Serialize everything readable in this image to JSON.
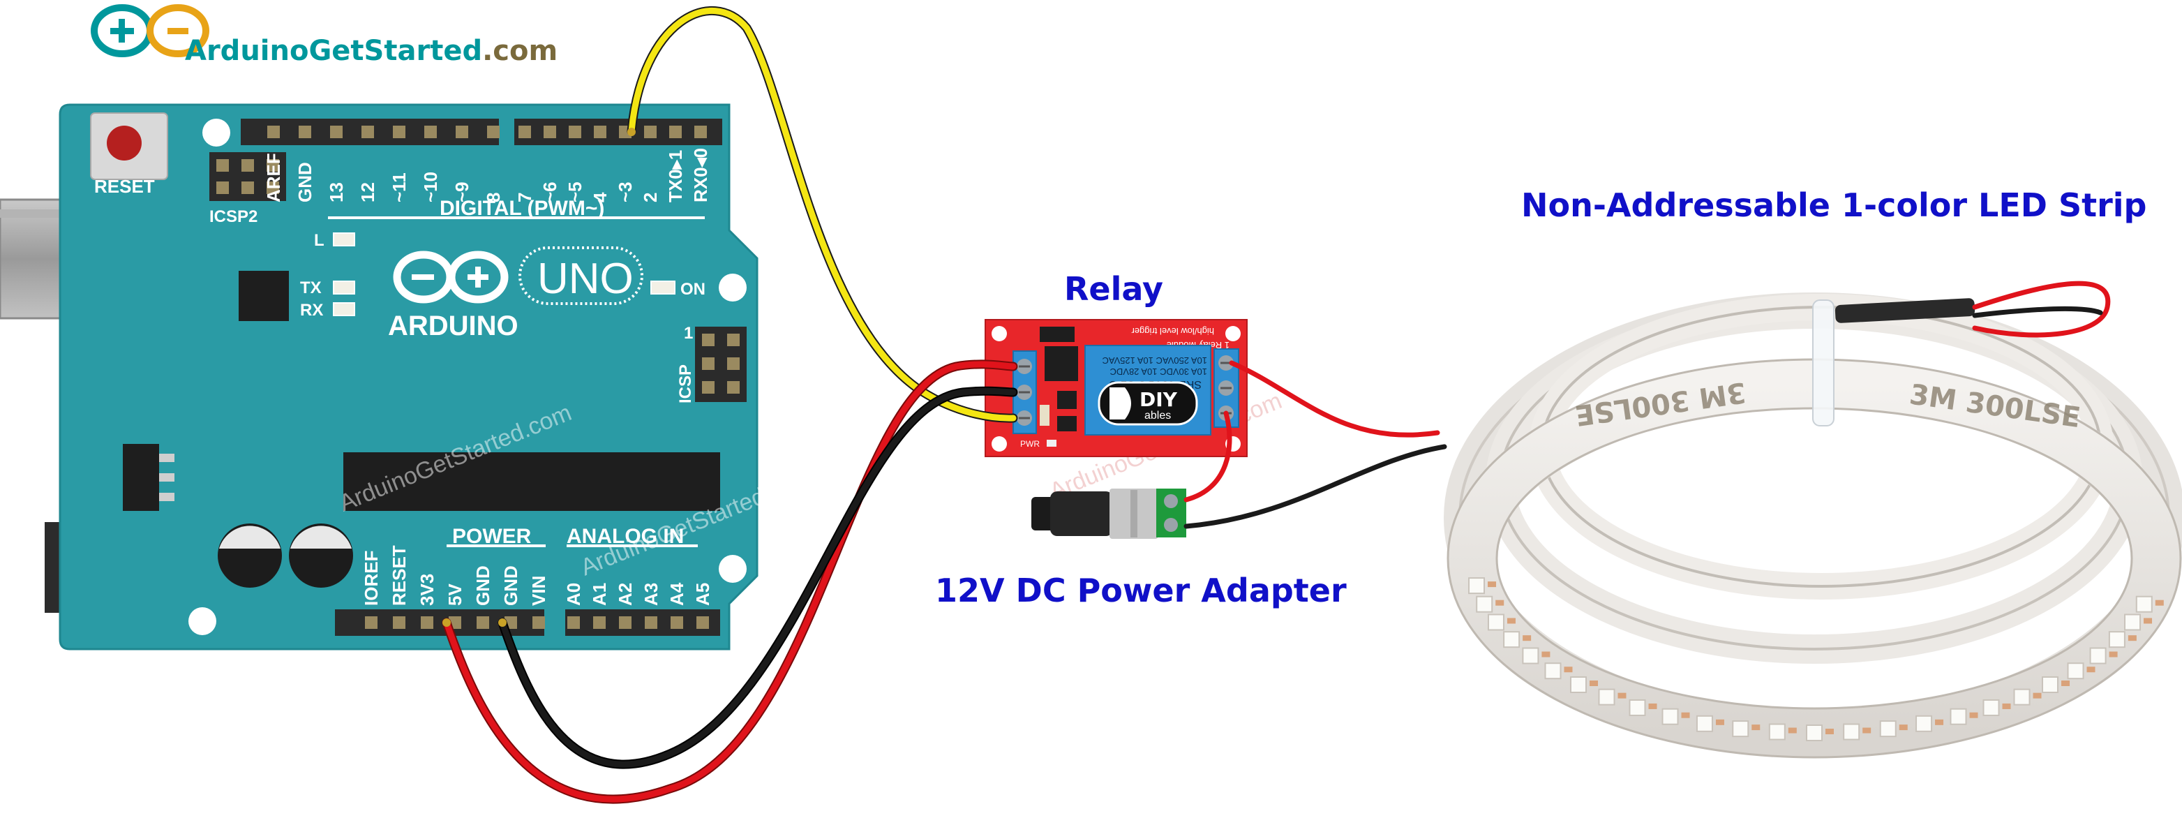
{
  "logo": {
    "brand_main": "ArduinoGetStarted",
    "brand_suffix": ".com",
    "colors": {
      "main": "#00979c",
      "suffix": "#7a6a3c"
    }
  },
  "watermark": "ArduinoGetStarted.com",
  "arduino": {
    "reset_label": "RESET",
    "icsp2_label": "ICSP2",
    "icsp_label": "ICSP",
    "icsp_pin1": "1",
    "digital_label": "DIGITAL (PWM~)",
    "power_label": "POWER",
    "analog_label": "ANALOG IN",
    "l_label": "L",
    "tx_label": "TX",
    "rx_label": "RX",
    "on_label": "ON",
    "uno_label": "UNO",
    "brand_label": "ARDUINO",
    "top_pins_left": [
      "AREF",
      "GND",
      "13",
      "12",
      "~11",
      "~10",
      "~9",
      "8"
    ],
    "top_pins_right": [
      "7",
      "~6",
      "~5",
      "4",
      "~3",
      "2",
      "TX0▸1",
      "RX0◂0"
    ],
    "bottom_power_pins": [
      "IOREF",
      "RESET",
      "3V3",
      "5V",
      "GND",
      "GND",
      "VIN"
    ],
    "bottom_analog_pins": [
      "A0",
      "A1",
      "A2",
      "A3",
      "A4",
      "A5"
    ],
    "colors": {
      "board": "#2a9ba5",
      "header": "#2b2b2b"
    }
  },
  "relay": {
    "title": "Relay",
    "module_text": "1 Relay Module",
    "trigger_text": "high/low level trigger",
    "coil_text": "SRD-05VDC-SL-C",
    "rating1": "10A 250VAC 10A 125VAC",
    "rating2": "10A 30VDC 10A 28VDC",
    "brand": "DIY",
    "brand_sub": "ables",
    "pwr_label": "PWR",
    "colors": {
      "board": "#e8262a",
      "relay": "#2e8fd3"
    }
  },
  "adapter": {
    "title": "12V DC Power Adapter"
  },
  "led_strip": {
    "title": "Non-Addressable 1-color LED Strip",
    "tape_text": "3M 300LSE"
  },
  "wire_colors": {
    "signal": "#f4e613",
    "power": "#e0131b",
    "ground": "#1a1a1a"
  },
  "title_color": "#1010c8"
}
